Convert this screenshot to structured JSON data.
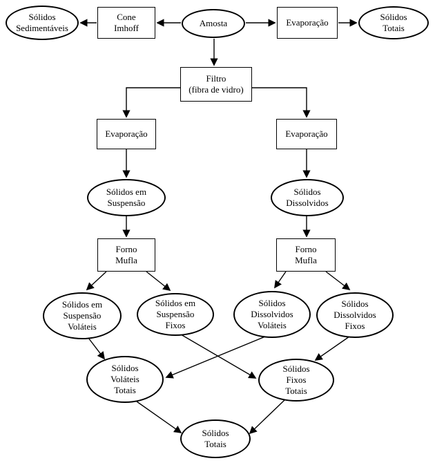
{
  "diagram": {
    "kind": "flowchart",
    "colors": {
      "line": "#000000",
      "node_border": "#000000",
      "background": "#ffffff",
      "text": "#000000"
    },
    "nodes": {
      "solidos_sedimentaveis": {
        "shape": "ellipse",
        "label": "Sólidos\nSedimentáveis"
      },
      "cone_imhoff": {
        "shape": "rect",
        "label": "Cone\nImhoff"
      },
      "amostra": {
        "shape": "ellipse",
        "label": "Amosta"
      },
      "evaporacao_top": {
        "shape": "rect",
        "label": "Evaporação"
      },
      "solidos_totais_top": {
        "shape": "ellipse",
        "label": "Sólidos\nTotais"
      },
      "filtro": {
        "shape": "rect",
        "label": "Filtro\n(fibra de vidro)"
      },
      "evaporacao_left": {
        "shape": "rect",
        "label": "Evaporação"
      },
      "evaporacao_right": {
        "shape": "rect",
        "label": "Evaporação"
      },
      "solidos_suspensao": {
        "shape": "ellipse",
        "label": "Sólidos em\nSuspensão"
      },
      "solidos_dissolvidos": {
        "shape": "ellipse",
        "label": "Sólidos\nDissolvidos"
      },
      "forno_mufla_left": {
        "shape": "rect",
        "label": "Forno\nMufla"
      },
      "forno_mufla_right": {
        "shape": "rect",
        "label": "Forno\nMufla"
      },
      "suspensao_volateis": {
        "shape": "ellipse",
        "label": "Sólidos em\nSuspensão\nVoláteis"
      },
      "suspensao_fixos": {
        "shape": "ellipse",
        "label": "Sólidos em\nSuspensão\nFixos"
      },
      "dissolvidos_volateis": {
        "shape": "ellipse",
        "label": "Sólidos\nDissolvidos\nVoláteis"
      },
      "dissolvidos_fixos": {
        "shape": "ellipse",
        "label": "Sólidos\nDissolvidos\nFixos"
      },
      "volateis_totais": {
        "shape": "ellipse",
        "label": "Sólidos\nVoláteis\nTotais"
      },
      "fixos_totais": {
        "shape": "ellipse",
        "label": "Sólidos\nFixos\nTotais"
      },
      "solidos_totais_bottom": {
        "shape": "ellipse",
        "label": "Sólidos\nTotais"
      }
    },
    "edges": [
      {
        "from": "amostra",
        "to": "cone_imhoff"
      },
      {
        "from": "cone_imhoff",
        "to": "solidos_sedimentaveis"
      },
      {
        "from": "amostra",
        "to": "evaporacao_top"
      },
      {
        "from": "evaporacao_top",
        "to": "solidos_totais_top"
      },
      {
        "from": "amostra",
        "to": "filtro"
      },
      {
        "from": "filtro",
        "to": "evaporacao_left"
      },
      {
        "from": "filtro",
        "to": "evaporacao_right"
      },
      {
        "from": "evaporacao_left",
        "to": "solidos_suspensao"
      },
      {
        "from": "evaporacao_right",
        "to": "solidos_dissolvidos"
      },
      {
        "from": "solidos_suspensao",
        "to": "forno_mufla_left"
      },
      {
        "from": "solidos_dissolvidos",
        "to": "forno_mufla_right"
      },
      {
        "from": "forno_mufla_left",
        "to": "suspensao_volateis"
      },
      {
        "from": "forno_mufla_left",
        "to": "suspensao_fixos"
      },
      {
        "from": "forno_mufla_right",
        "to": "dissolvidos_volateis"
      },
      {
        "from": "forno_mufla_right",
        "to": "dissolvidos_fixos"
      },
      {
        "from": "suspensao_volateis",
        "to": "volateis_totais"
      },
      {
        "from": "dissolvidos_volateis",
        "to": "volateis_totais"
      },
      {
        "from": "suspensao_fixos",
        "to": "fixos_totais"
      },
      {
        "from": "dissolvidos_fixos",
        "to": "fixos_totais"
      },
      {
        "from": "volateis_totais",
        "to": "solidos_totais_bottom"
      },
      {
        "from": "fixos_totais",
        "to": "solidos_totais_bottom"
      }
    ]
  }
}
